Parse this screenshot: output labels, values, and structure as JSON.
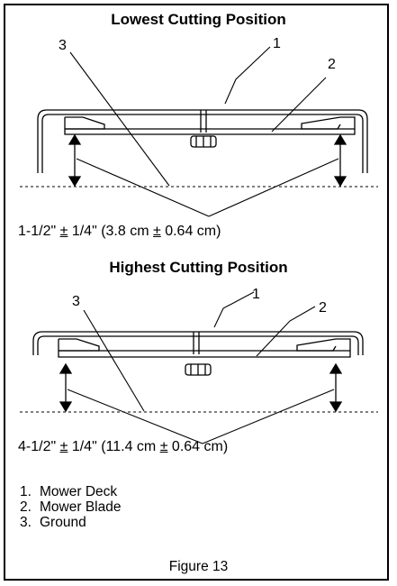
{
  "top_diagram": {
    "title": "Lowest Cutting Position",
    "measurement": {
      "imperial_prefix": "1-1/2\" ",
      "pm1": "±",
      "imperial_tol": " 1/4\" (3.8 cm ",
      "pm2": "±",
      "metric_tol": " 0.64 cm)"
    },
    "callouts": {
      "c1": "1",
      "c2": "2",
      "c3": "3"
    }
  },
  "bottom_diagram": {
    "title": "Highest Cutting Position",
    "measurement": {
      "imperial_prefix": "4-1/2\" ",
      "pm1": "±",
      "imperial_tol": " 1/4\" (11.4 cm ",
      "pm2": "±",
      "metric_tol": " 0.64 cm)"
    },
    "callouts": {
      "c1": "1",
      "c2": "2",
      "c3": "3"
    }
  },
  "legend": [
    {
      "num": "1.",
      "label": "Mower Deck"
    },
    {
      "num": "2.",
      "label": "Mower Blade"
    },
    {
      "num": "3.",
      "label": "Ground"
    }
  ],
  "figure_caption": "Figure 13"
}
